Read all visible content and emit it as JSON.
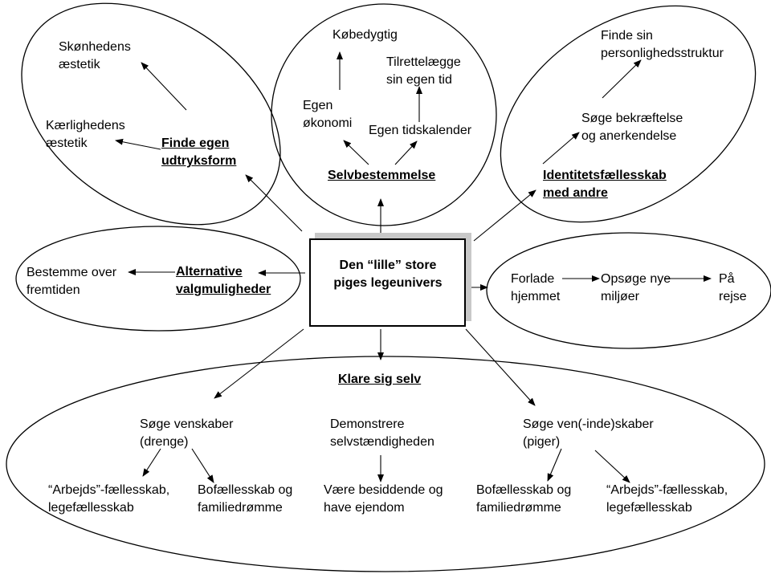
{
  "center": {
    "label": "Den “lille” store\npiges legeunivers"
  },
  "top_left": {
    "heading": "Finde egen\nudtryksform",
    "skoenhed": "Skønhedens\næstetik",
    "kaerlighed": "Kærlighedens\næstetik"
  },
  "top_mid": {
    "heading": "Selvbestemmelse",
    "koebedygtig": "Købedygtig",
    "tilrettelaegge": "Tilrettelægge\nsin egen tid",
    "egen_oekonomi": "Egen\nøkonomi",
    "tidskalender": "Egen tidskalender"
  },
  "top_right": {
    "heading": "Identitetsfællesskab\nmed andre",
    "personlighed": "Finde sin\npersonlighedsstruktur",
    "bekraeftelse": "Søge bekræftelse\nog anerkendelse"
  },
  "mid_left": {
    "heading": "Alternative\nvalgmuligheder",
    "bestemme": "Bestemme over\nfremtiden"
  },
  "mid_right": {
    "forlade": "Forlade\nhjemmet",
    "opsoege": "Opsøge nye\nmiljøer",
    "rejse": "På\nrejse"
  },
  "bottom": {
    "heading": "Klare sig selv",
    "venskaber_drenge": "Søge venskaber\n(drenge)",
    "demonstrere": "Demonstrere\nselvstændigheden",
    "venskaber_piger": "Søge ven(-inde)skaber\n(piger)",
    "arbejds_left": "“Arbejds”-fællesskab,\nlegefællesskab",
    "bofael_left": "Bofællesskab og\nfamiliedrømme",
    "vaere": "Være besiddende og\nhave ejendom",
    "bofael_right": "Bofællesskab og\nfamiliedrømme",
    "arbejds_right": "“Arbejds”-fællesskab,\nlegefællesskab"
  }
}
